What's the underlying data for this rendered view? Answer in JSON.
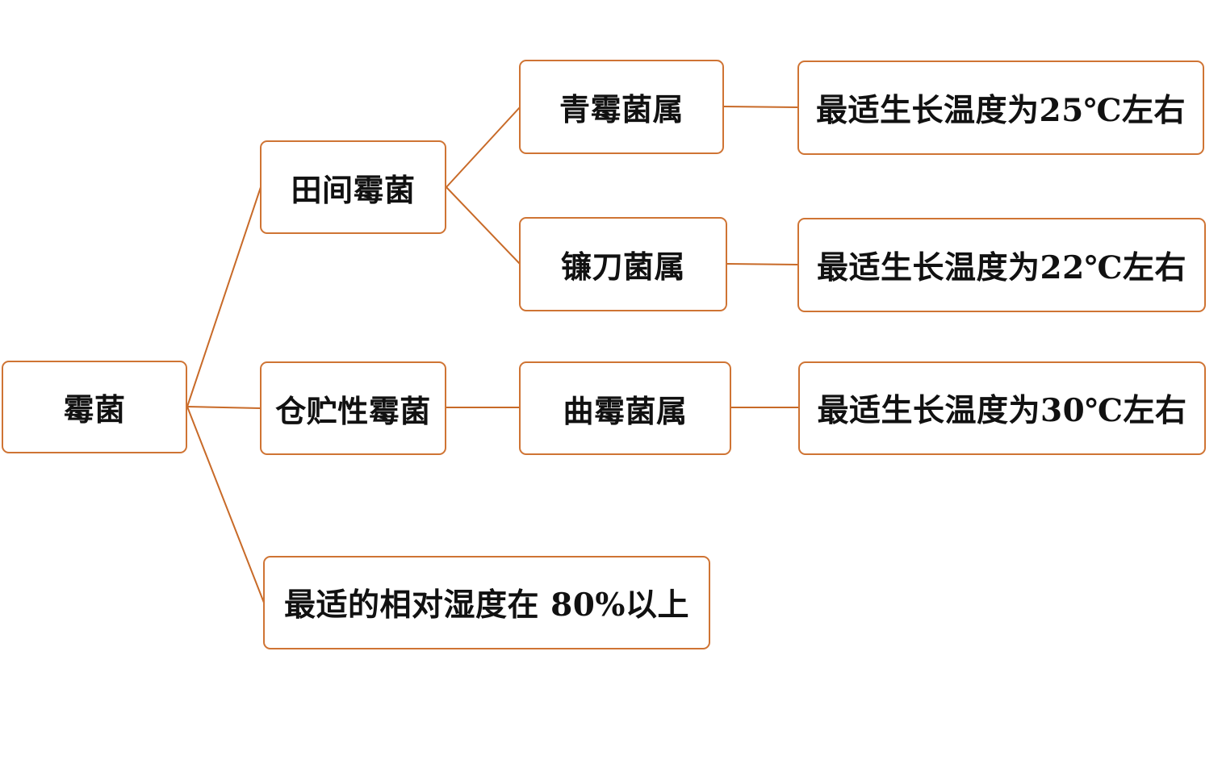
{
  "diagram": {
    "root": {
      "label": "霉菌"
    },
    "branches": {
      "field_mold": {
        "label": "田间霉菌"
      },
      "storage_mold": {
        "label": "仓贮性霉菌"
      },
      "humidity": {
        "label": "最适的相对湿度在 80%以上"
      }
    },
    "genera": {
      "penicillium": {
        "label": "青霉菌属"
      },
      "fusarium": {
        "label": "镰刀菌属"
      },
      "aspergillus": {
        "label": "曲霉菌属"
      }
    },
    "temperatures": {
      "penicillium": {
        "label": "最适生长温度为25℃左右"
      },
      "fusarium": {
        "label": "最适生长温度为22℃左右"
      },
      "aspergillus": {
        "label": "最适生长温度为30℃左右"
      }
    }
  },
  "colors": {
    "border": "#cf7434",
    "connector": "#c86a28",
    "text": "#111111",
    "background": "#ffffff"
  }
}
